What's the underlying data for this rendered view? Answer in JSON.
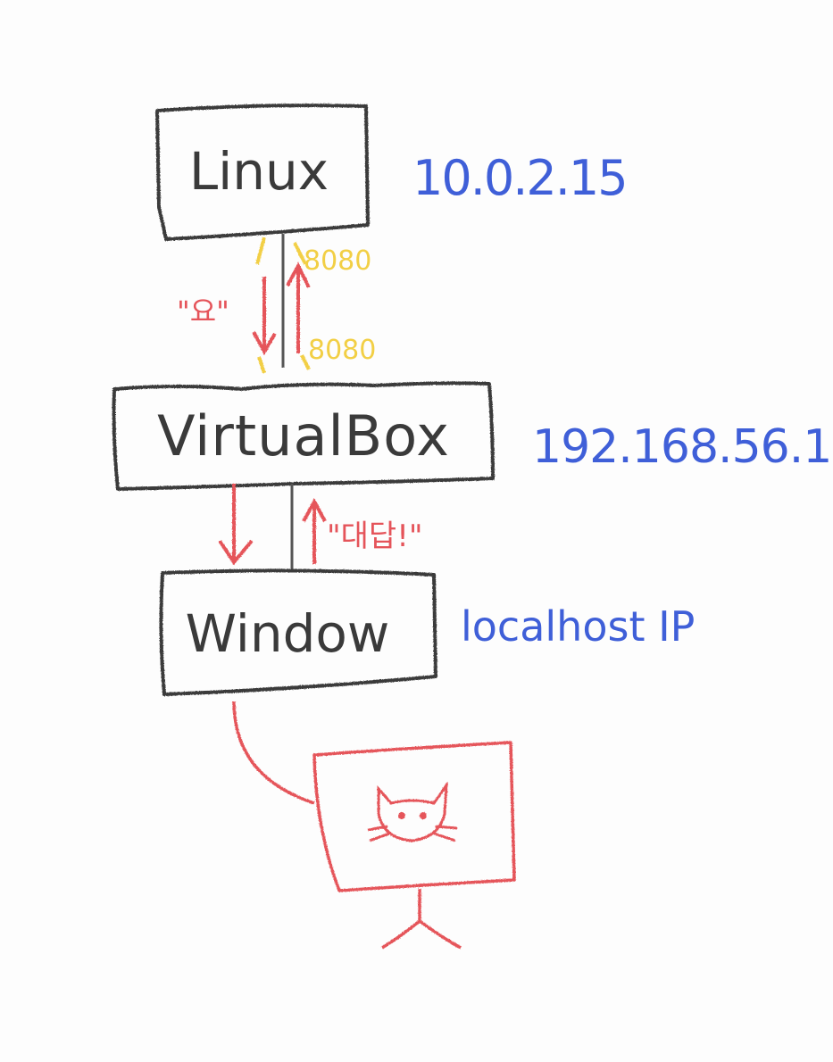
{
  "nodes": {
    "linux": {
      "label": "Linux",
      "ip": "10.0.2.15"
    },
    "virtualbox": {
      "label": "VirtualBox",
      "ip": "192.168.56.1"
    },
    "window": {
      "label": "Window",
      "ip": "localhost IP"
    }
  },
  "edges": {
    "linux_vbox": {
      "port_top": "8080",
      "port_bottom": "8080",
      "left_label": "\"요\""
    },
    "vbox_window": {
      "right_label": "\"대답!\""
    }
  },
  "client_icon": "cat-face-icon",
  "colors": {
    "box": "#3a3a3a",
    "ip": "#3f5fd8",
    "port": "#f2cf45",
    "arrow": "#e5545a",
    "request": "#e5545a"
  }
}
